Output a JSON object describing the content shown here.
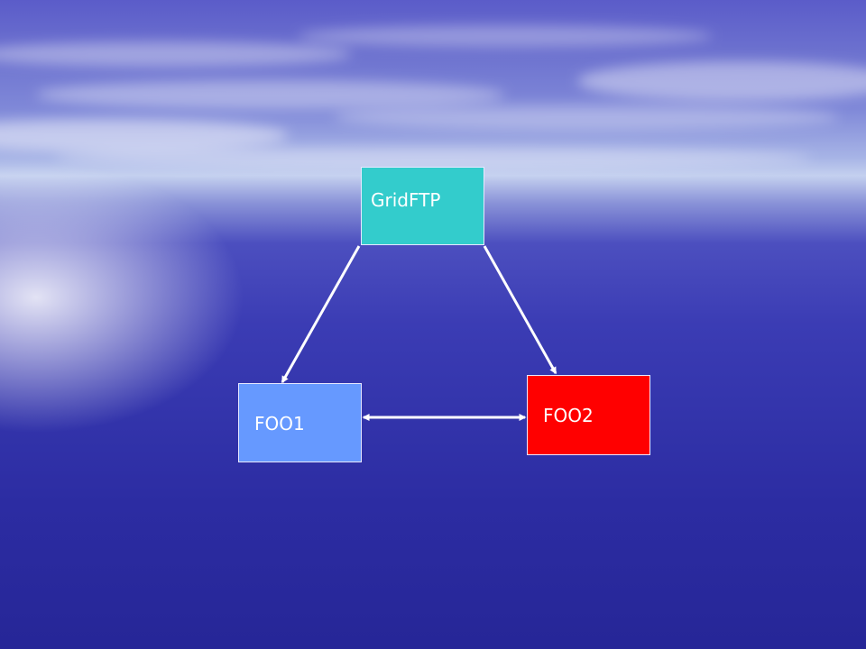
{
  "diagram": {
    "nodes": {
      "gridftp": {
        "label": "GridFTP",
        "color": "#33cccc"
      },
      "foo1": {
        "label": "FOO1",
        "color": "#6699ff"
      },
      "foo2": {
        "label": "FOO2",
        "color": "#ff0000"
      }
    },
    "edges": [
      {
        "from": "gridftp",
        "to": "foo1",
        "direction": "forward"
      },
      {
        "from": "gridftp",
        "to": "foo2",
        "direction": "forward"
      },
      {
        "from": "foo1",
        "to": "foo2",
        "direction": "both"
      }
    ],
    "edge_color": "#ffffff"
  }
}
